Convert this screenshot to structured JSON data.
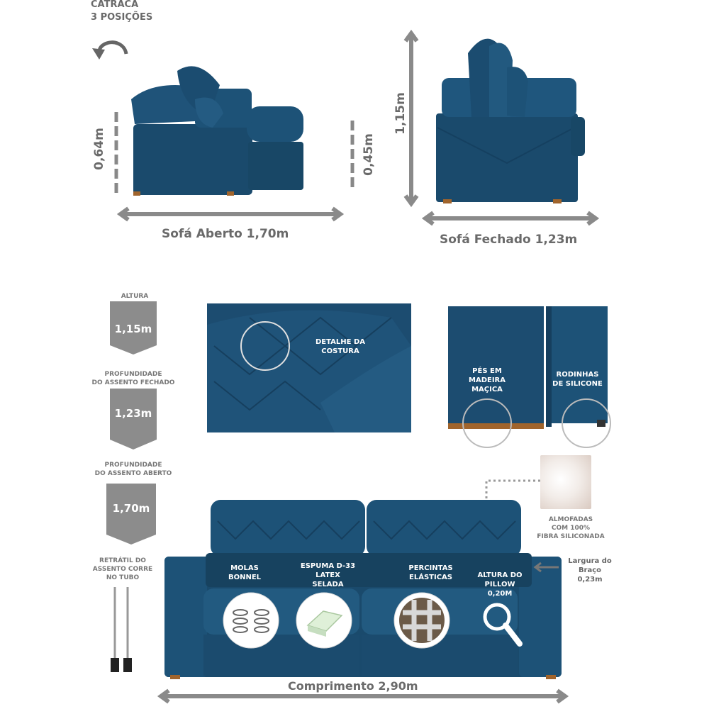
{
  "top": {
    "catraca": "CATRACA\n3 POSIÇÕES",
    "dim_064": "0,64m",
    "dim_045": "0,45m",
    "dim_115": "1,15m",
    "sofa_aberto": "Sofá Aberto 1,70m",
    "sofa_fechado": "Sofá Fechado 1,23m"
  },
  "left_column": {
    "altura_label": "ALTURA",
    "altura_value": "1,15m",
    "prof_fechado_label": "PROFUNDIDADE\nDO ASSENTO FECHADO",
    "prof_fechado_value": "1,23m",
    "prof_aberto_label": "PROFUNDIDADE\nDO ASSENTO ABERTO",
    "prof_aberto_value": "1,70m",
    "retratil_label": "RETRÁTIL DO\nASSENTO CORRE\nNO TUBO"
  },
  "details": {
    "costura": "DETALHE DA\nCOSTURA",
    "pes": "PÉS EM\nMADEIRA\nMAÇICA",
    "rodinhas": "RODINHAS\nDE SILICONE"
  },
  "features": {
    "almofadas": "ALMOFADAS\nCOM 100%\nFIBRA SILICONADA",
    "braco": "Largura do\nBraço\n0,23m",
    "molas": "MOLAS\nBONNEL",
    "espuma": "ESPUMA D-33\nLATEX\nSELADA",
    "percintas": "PERCINTAS\nELÁSTICAS",
    "pillow": "ALTURA DO\nPILLOW\n0,20M",
    "comprimento": "Comprimento 2,90m"
  },
  "colors": {
    "sofa": "#1d4f73",
    "sofa_dark": "#163f5e",
    "gray": "#8c8c8c",
    "arrow": "#8a8a8a",
    "wood": "#a0642c"
  }
}
